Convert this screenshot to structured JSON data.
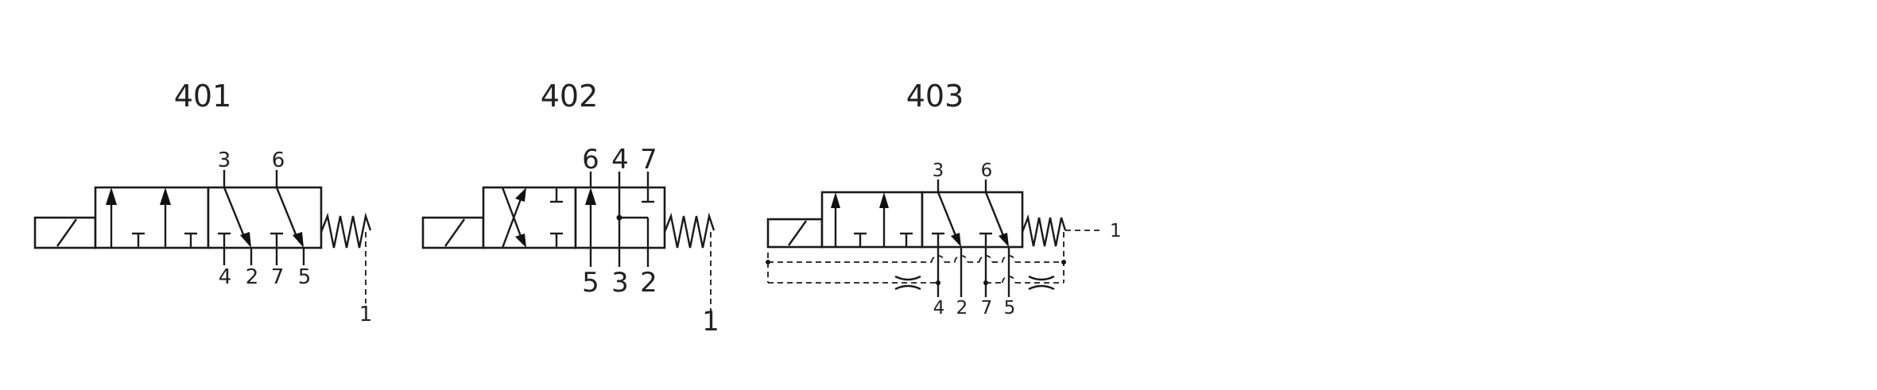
{
  "valves": [
    {
      "id": "valve-401",
      "title": "401",
      "ports_top": [
        "3",
        "6"
      ],
      "ports_bottom": [
        "4",
        "2",
        "7",
        "5"
      ],
      "pilot_port": "1"
    },
    {
      "id": "valve-402",
      "title": "402",
      "ports_top": [
        "6",
        "4",
        "7"
      ],
      "ports_bottom": [
        "5",
        "3",
        "2"
      ],
      "pilot_port": "1"
    },
    {
      "id": "valve-403",
      "title": "403",
      "ports_top": [
        "3",
        "6"
      ],
      "ports_bottom": [
        "4",
        "2",
        "7",
        "5"
      ],
      "pilot_port": "1"
    }
  ],
  "colors": {
    "line": "#1a1a1a",
    "text": "#222222",
    "background": "#ffffff"
  }
}
